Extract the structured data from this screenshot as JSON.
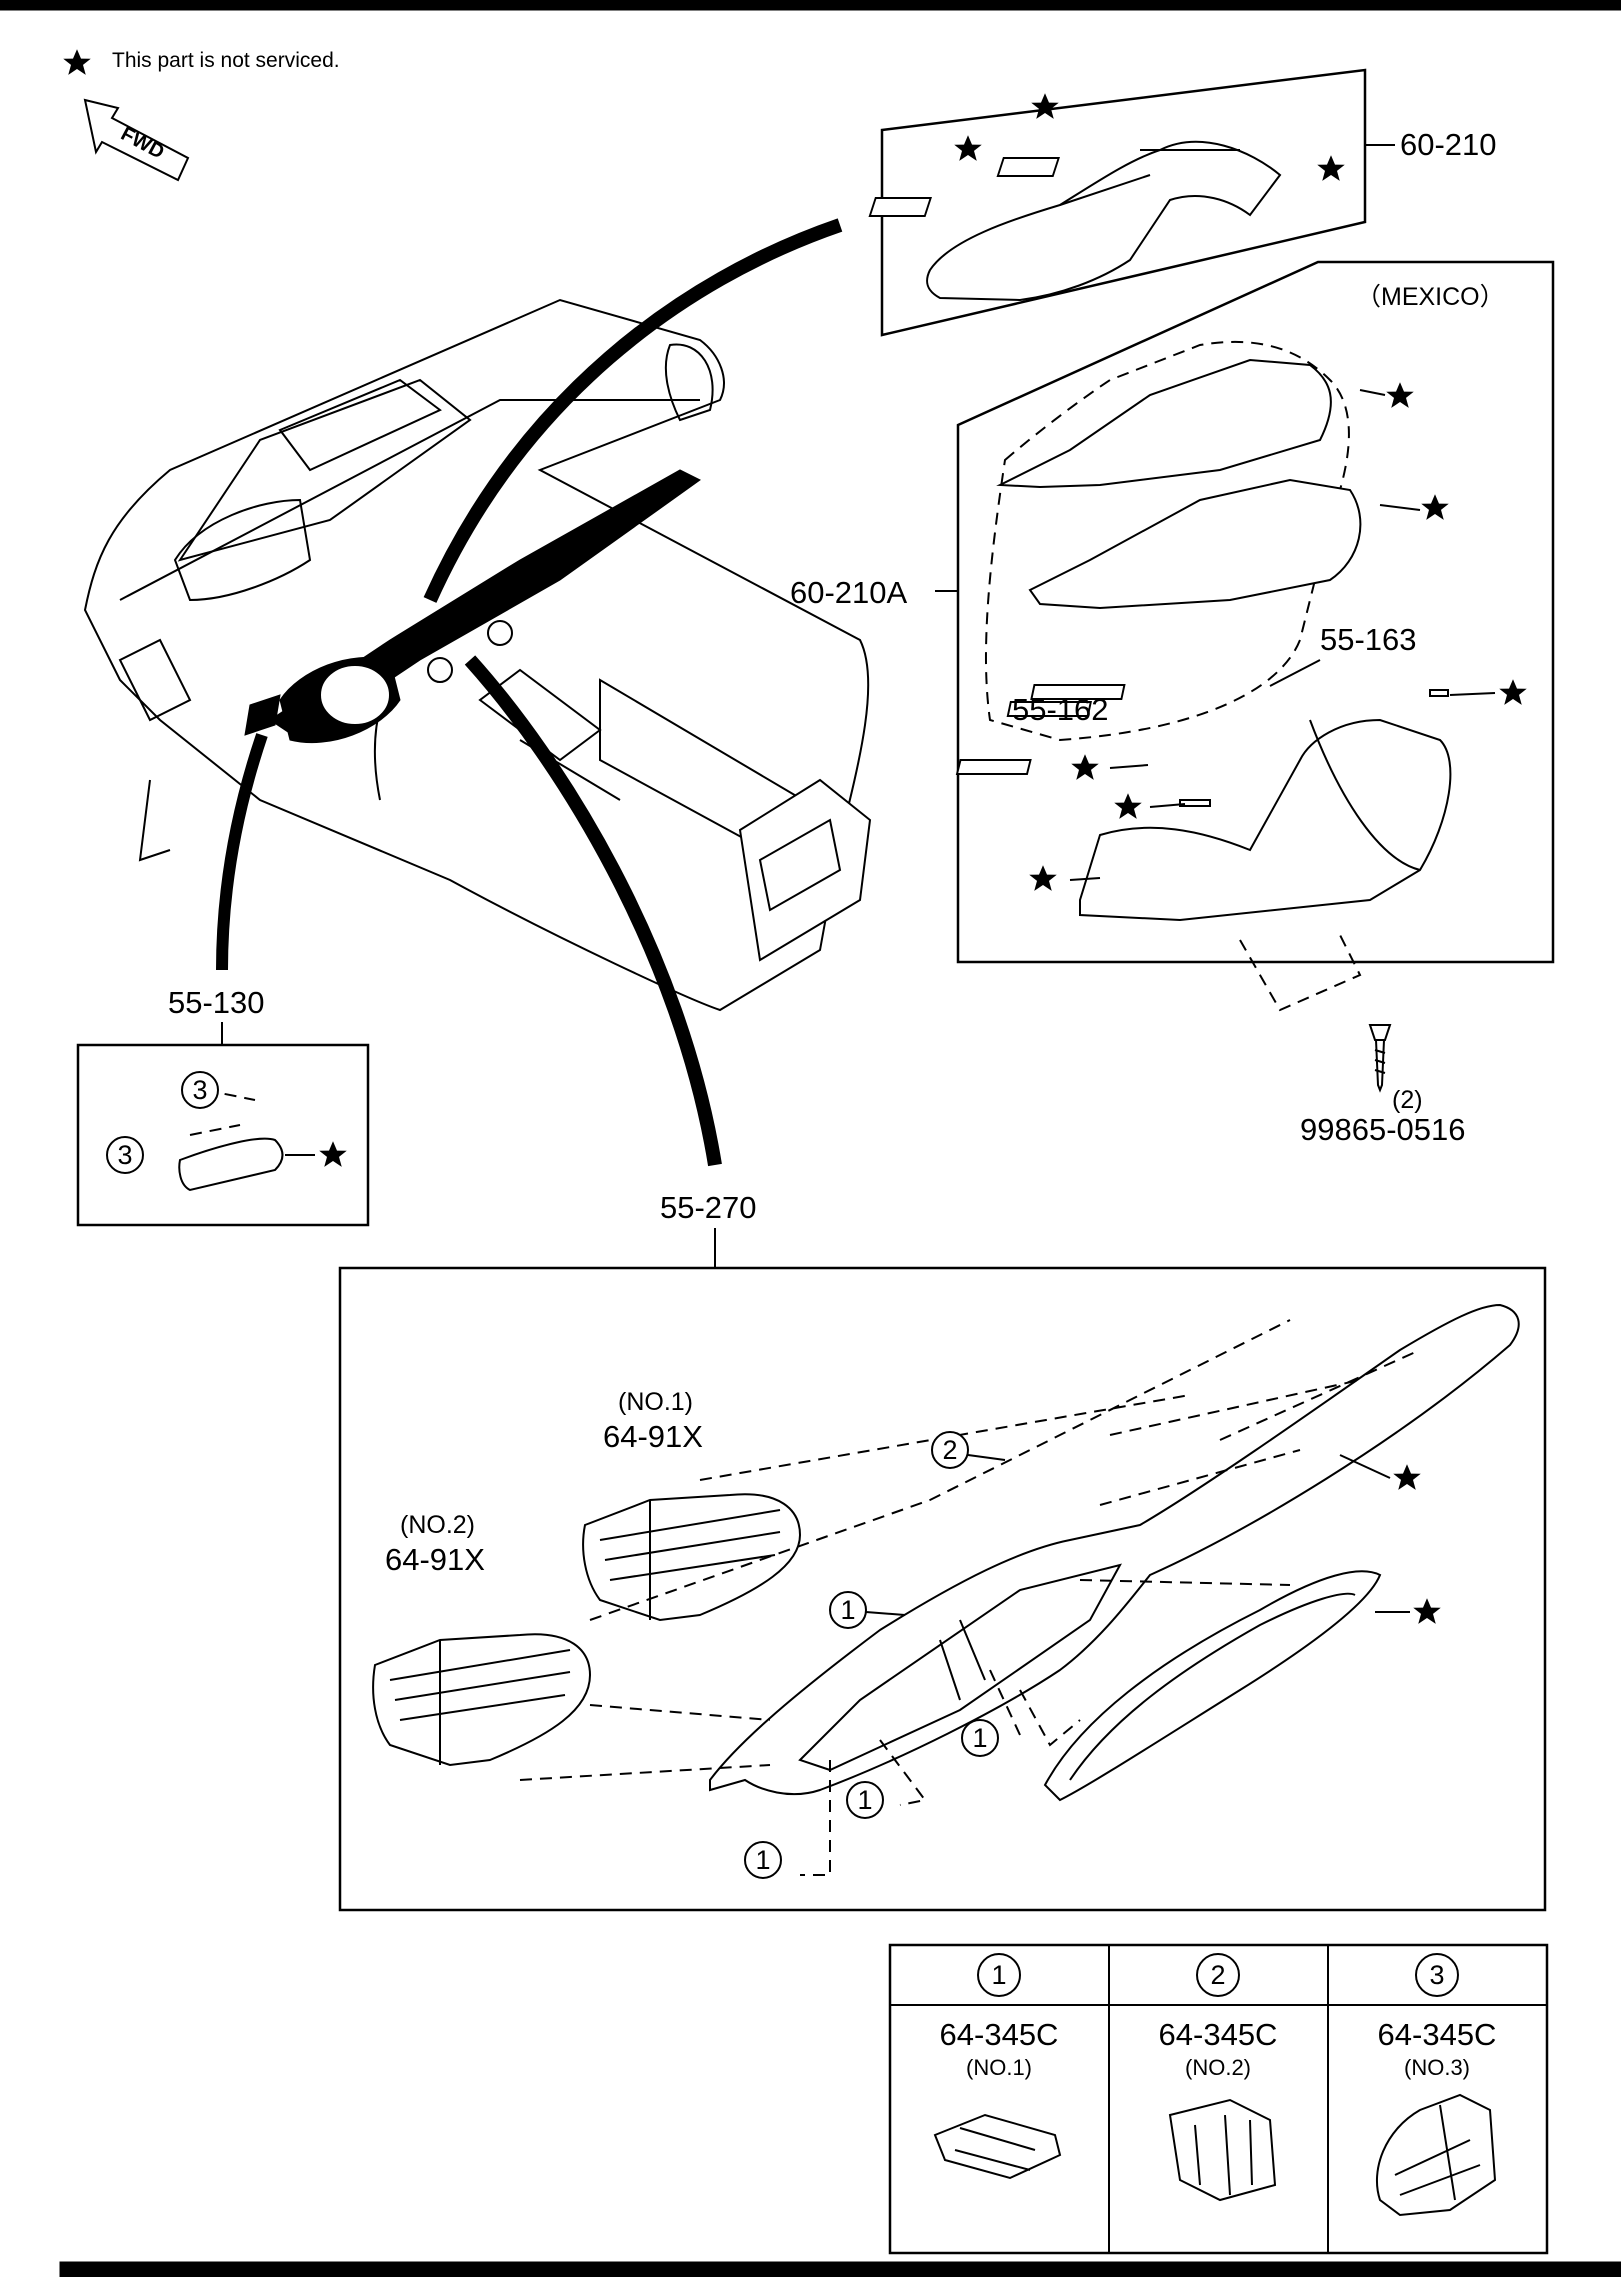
{
  "legend": {
    "symbol": "★",
    "text": "This part is not serviced."
  },
  "orientation": {
    "label": "FWD"
  },
  "region": {
    "label": "（MEXICO）"
  },
  "parts": {
    "p60_210": "60-210",
    "p60_210A": "60-210A",
    "p55_163": "55-163",
    "p55_162": "55-162",
    "p55_130": "55-130",
    "p55_270": "55-270",
    "p99865": "99865-0516",
    "p99865_qty": "(2)",
    "vent_no1_tag": "(NO.1)",
    "vent_no1": "64-91X",
    "vent_no2_tag": "(NO.2)",
    "vent_no2": "64-91X"
  },
  "callouts": {
    "c1": "1",
    "c2": "2",
    "c3": "3"
  },
  "clip_table": {
    "columns": [
      {
        "ref": "1",
        "part": "64-345C",
        "variant": "(NO.1)"
      },
      {
        "ref": "2",
        "part": "64-345C",
        "variant": "(NO.2)"
      },
      {
        "ref": "3",
        "part": "64-345C",
        "variant": "(NO.3)"
      }
    ]
  },
  "colors": {
    "ink": "#000000",
    "paper": "#ffffff"
  }
}
